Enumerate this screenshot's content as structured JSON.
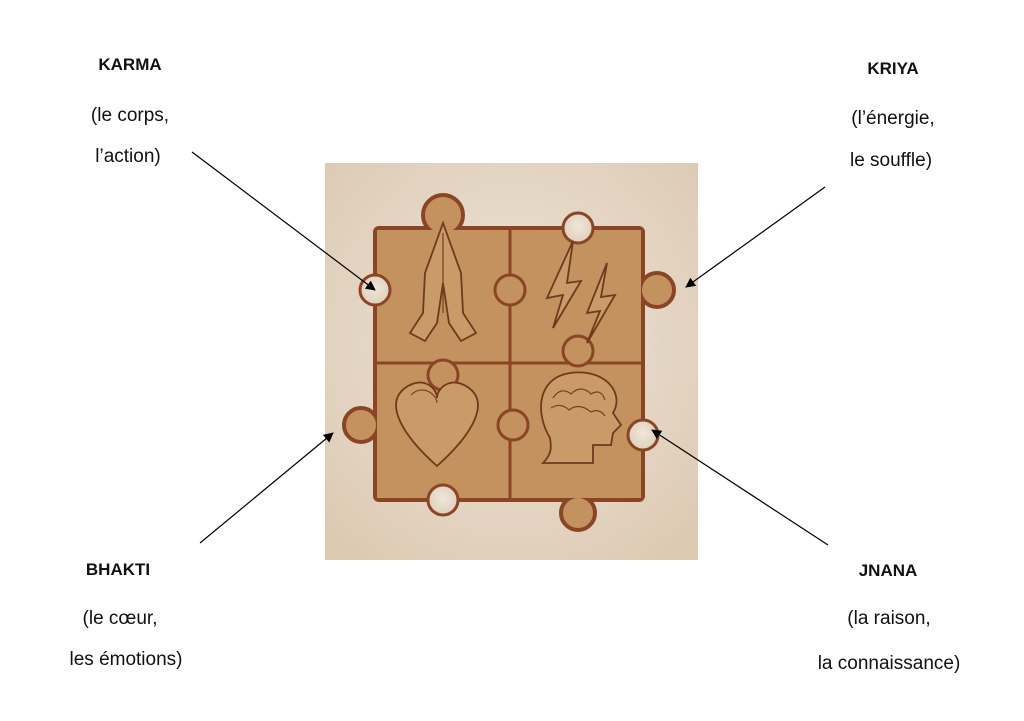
{
  "labels": {
    "karma": {
      "title": "KARMA",
      "line1": "(le corps,",
      "line2": "l’action)"
    },
    "kriya": {
      "title": "KRIYA",
      "line1": "(l’énergie,",
      "line2": "le souffle)"
    },
    "bhakti": {
      "title": "BHAKTI",
      "line1": "(le cœur,",
      "line2": "les émotions)"
    },
    "jnana": {
      "title": "JNANA",
      "line1": "(la raison,",
      "line2": "la connaissance)"
    }
  },
  "colors": {
    "piece": "#c4925e",
    "outline": "#8a4524",
    "paper": "#e8dccb"
  }
}
